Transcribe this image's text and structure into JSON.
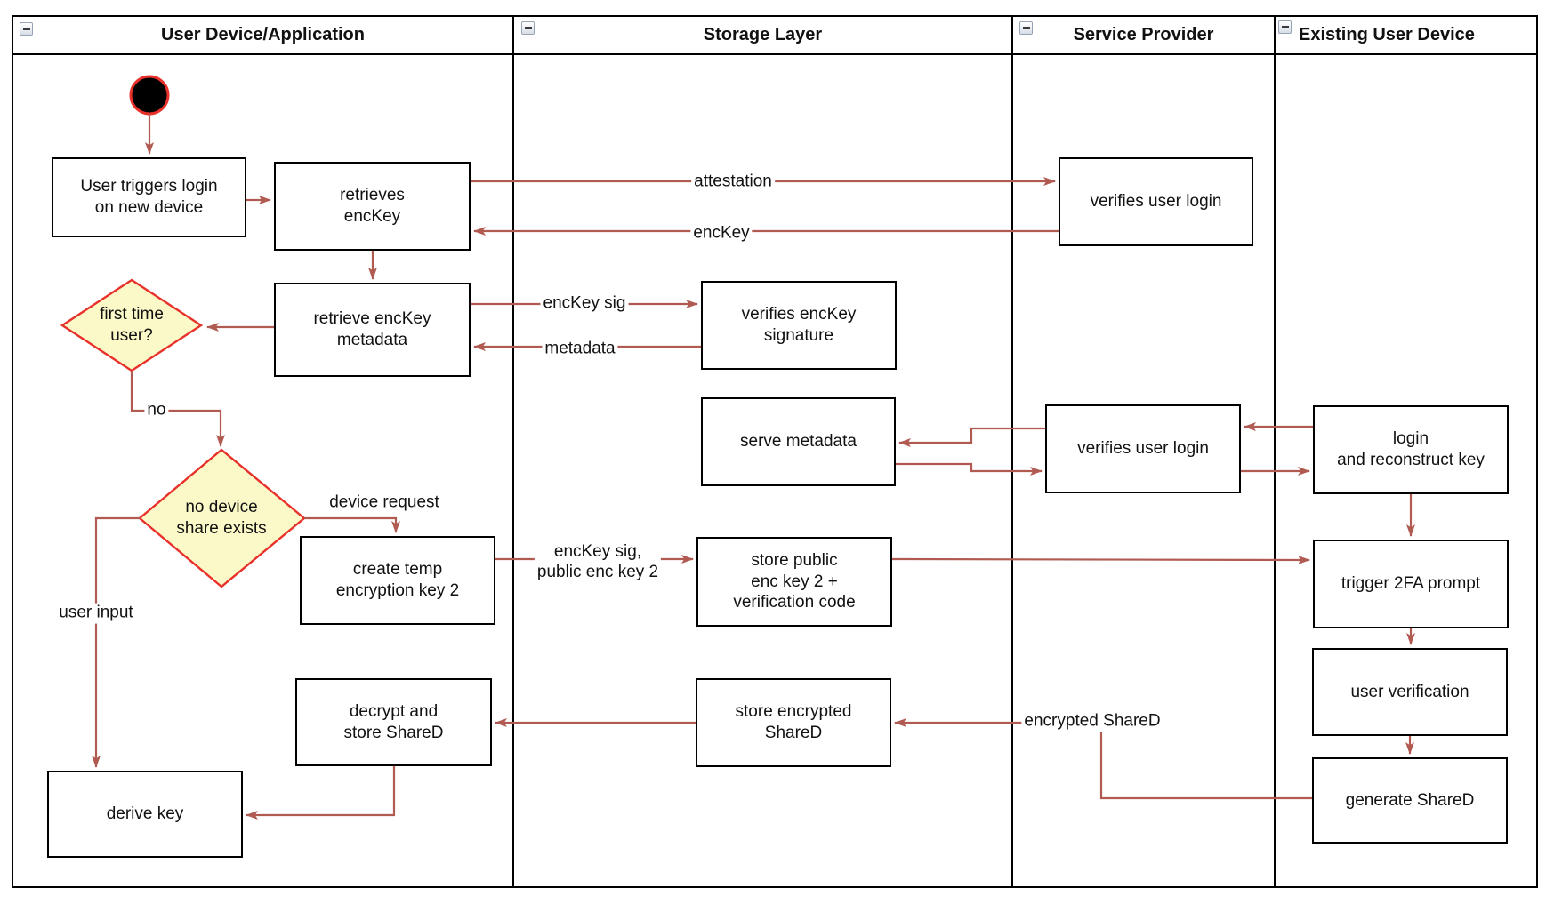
{
  "lanes": [
    {
      "title": "User Device/Application"
    },
    {
      "title": "Storage Layer"
    },
    {
      "title": "Service Provider"
    },
    {
      "title": "Existing User Device"
    }
  ],
  "nodes": {
    "user_triggers_login": "User triggers login\non new device",
    "retrieves_enckey": "retrieves\nencKey",
    "retrieve_enckey_metadata": "retrieve encKey\nmetadata",
    "first_time_user": "first time\nuser?",
    "no_device_share": "no device\nshare exists",
    "create_temp_key": "create temp\nencryption key 2",
    "decrypt_store_shared": "decrypt and\nstore ShareD",
    "derive_key": "derive key",
    "verifies_enckey_signature": "verifies encKey\nsignature",
    "serve_metadata": "serve metadata",
    "store_public_key": "store public\nenc key 2 +\nverification code",
    "store_encrypted_shared": "store encrypted\nShareD",
    "verifies_user_login_top": "verifies user login",
    "verifies_user_login_mid": "verifies user login",
    "login_and_reconstruct": "login\nand reconstruct key",
    "trigger_2fa": "trigger 2FA prompt",
    "user_verification": "user verification",
    "generate_shared": "generate ShareD"
  },
  "edge_labels": {
    "attestation": "attestation",
    "enckey": "encKey",
    "enckey_sig": "encKey sig",
    "metadata": "metadata",
    "no": "no",
    "device_request": "device request",
    "enckey_sig_public": "encKey sig,\npublic enc key 2",
    "user_input": "user input",
    "encrypted_shared": "encrypted ShareD"
  },
  "icons": {
    "collapse": "minus-square"
  },
  "colors": {
    "arrow": "#b05a52",
    "diamond_fill": "#fbf9c7",
    "diamond_border": "#e8312a",
    "start_fill": "#000000",
    "start_ring": "#e8312a"
  }
}
